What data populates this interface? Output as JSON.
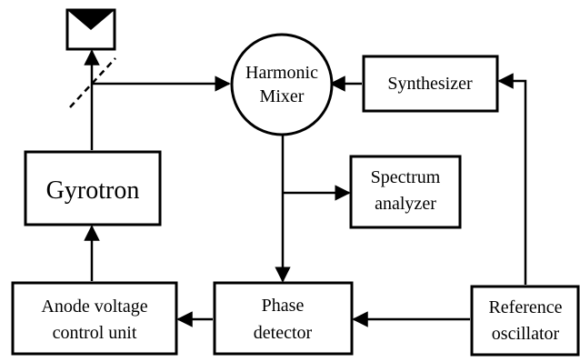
{
  "blocks": {
    "gyrotron": "Gyrotron",
    "harmonic_mixer": [
      "Harmonic",
      "Mixer"
    ],
    "synthesizer": "Synthesizer",
    "spectrum_analyzer": [
      "Spectrum",
      "analyzer"
    ],
    "anode_control": [
      "Anode voltage",
      "control unit"
    ],
    "phase_detector": [
      "Phase",
      "detector"
    ],
    "reference_oscillator": [
      "Reference",
      "oscillator"
    ]
  }
}
